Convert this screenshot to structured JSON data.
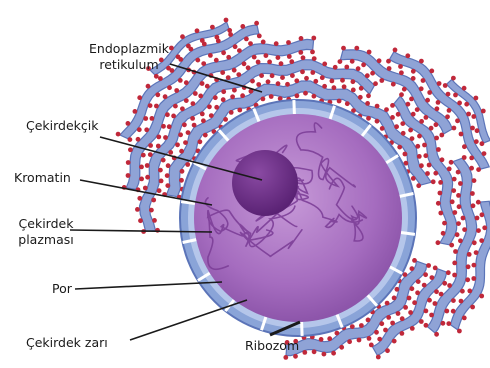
{
  "labels": {
    "er_line1": "Endoplazmik",
    "er_line2": "retikulum",
    "nucleolus": "Çekirdekçik",
    "chromatin": "Kromatin",
    "nucleoplasm_line1": "Çekirdek",
    "nucleoplasm_line2": "plazması",
    "pore": "Por",
    "nuclear_envelope": "Çekirdek zarı",
    "ribosome": "Ribozom"
  },
  "colors": {
    "er_fill": "#8fa3d6",
    "er_stroke": "#5b74b8",
    "ribosome": "#c0283a",
    "envelope": "#8aa4d8",
    "nucleoplasm": "#a56cbf",
    "nucleolus": "#6b2d86",
    "chromatin": "#7d3f98"
  }
}
